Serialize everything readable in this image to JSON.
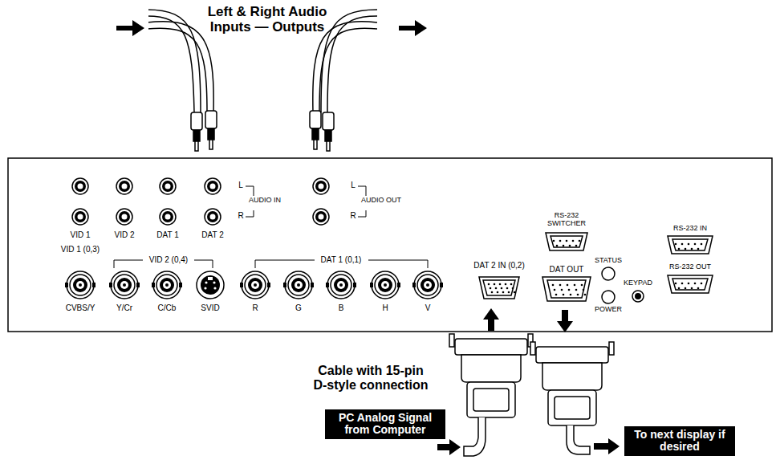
{
  "diagram": {
    "nodes": [
      {
        "text": [
          "PC Analog Signal from Computer"
        ]
      },
      {
        "text": [
          "To next display if desired"
        ]
      }
    ],
    "labels": [
      "Left & Right Audio Inputs — Outputs",
      "L",
      "AUDIO IN",
      "R",
      "L",
      "AUDIO OUT",
      "R",
      "VID 1",
      "VID 2",
      "DAT 1",
      "DAT 2",
      "VID 1 (0,3)",
      "VID 2 (0,4)",
      "DAT 1 (0,1)",
      "CVBS/Y",
      "Y/Cr",
      "C/Cb",
      "SVID",
      "R",
      "G",
      "B",
      "H",
      "V",
      "DAT 2 IN (0,2)",
      "DAT OUT",
      "RS-232 SWITCHER",
      "STATUS",
      "POWER",
      "KEYPAD",
      "RS-232 IN",
      "RS-232 OUT",
      "Cable with 15-pin D-style connection"
    ]
  }
}
